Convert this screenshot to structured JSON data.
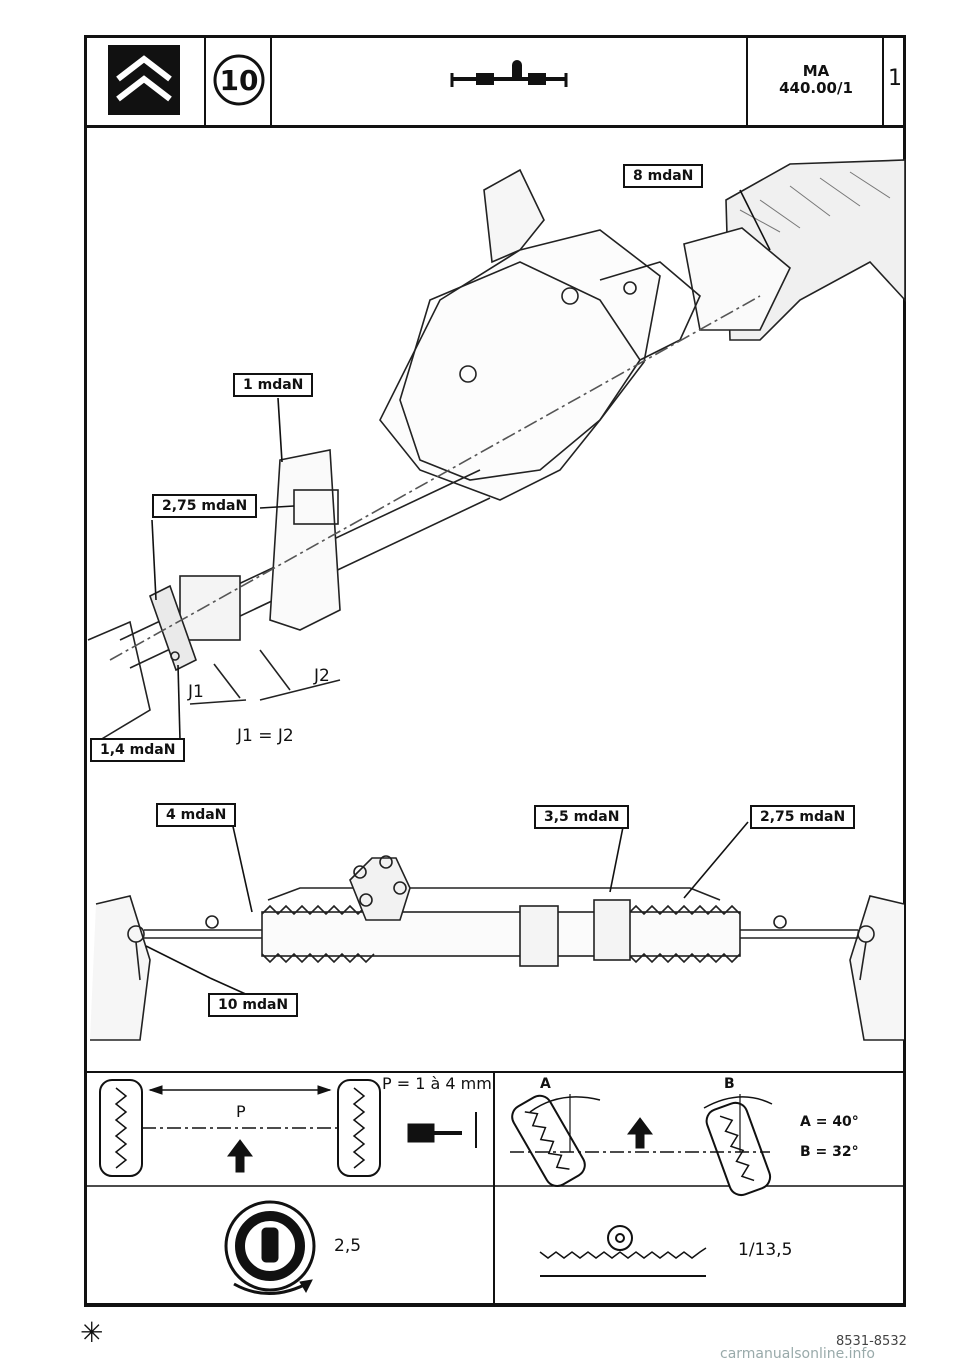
{
  "header": {
    "logo": "citroen-chevron-logo",
    "group_number": "10",
    "code_line1": "MA",
    "code_line2": "440.00/1",
    "page_number": "1"
  },
  "upper_diagram": {
    "labels": {
      "torque_top": "8 mdaN",
      "torque_joint": "1 mdaN",
      "torque_clamp": "2,75 mdaN",
      "torque_lower": "1,4 mdaN",
      "j1": "J1",
      "j2": "J2",
      "equation": "J1 = J2"
    }
  },
  "rack_diagram": {
    "labels": {
      "torque_left": "4 mdaN",
      "torque_middle": "3,5 mdaN",
      "torque_right": "2,75 mdaN",
      "torque_bottom": "10 mdaN"
    }
  },
  "spec_table": {
    "toe": {
      "formula": "P = 1 à 4 mm",
      "symbol": "P"
    },
    "angles": {
      "label_a": "A",
      "label_b": "B",
      "value_a": "A = 40°",
      "value_b": "B = 32°"
    },
    "turns": {
      "value": "2,5"
    },
    "ratio": {
      "value": "1/13,5"
    }
  },
  "footer": {
    "reference": "8531-8532",
    "watermark": "carmanualsonline.info",
    "star": "✳"
  }
}
